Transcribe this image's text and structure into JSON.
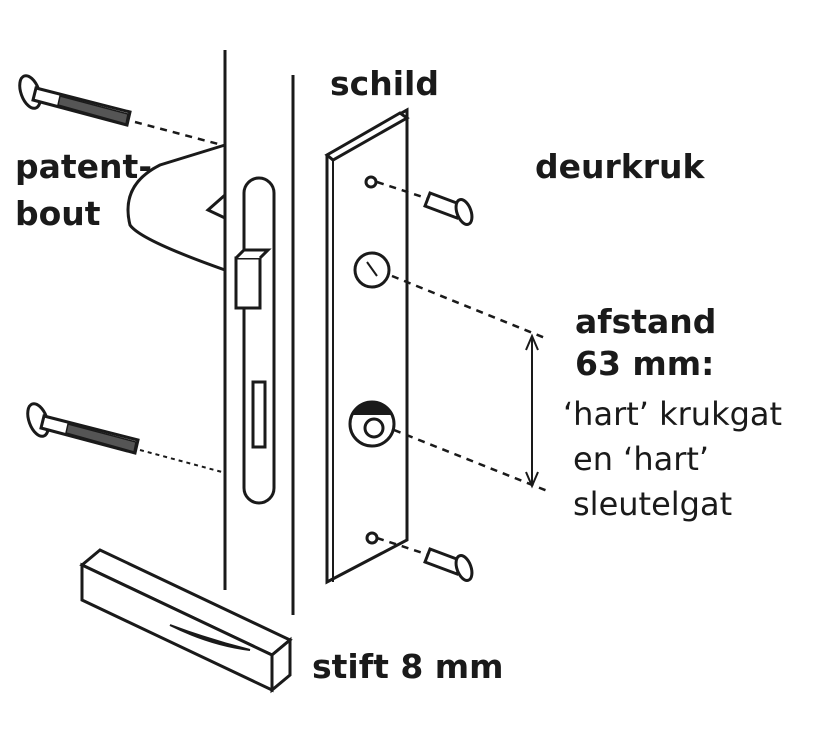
{
  "labels": {
    "schild": "schild",
    "deurkruk": "deurkruk",
    "patent_line1": "patent-",
    "patent_line2": "bout",
    "afstand_line1": "afstand",
    "afstand_line2": "63 mm:",
    "afstand_line3": "‘hart’ krukgat",
    "afstand_line4": "en ‘hart’",
    "afstand_line5": "sleutelgat",
    "stift": "stift 8 mm"
  }
}
